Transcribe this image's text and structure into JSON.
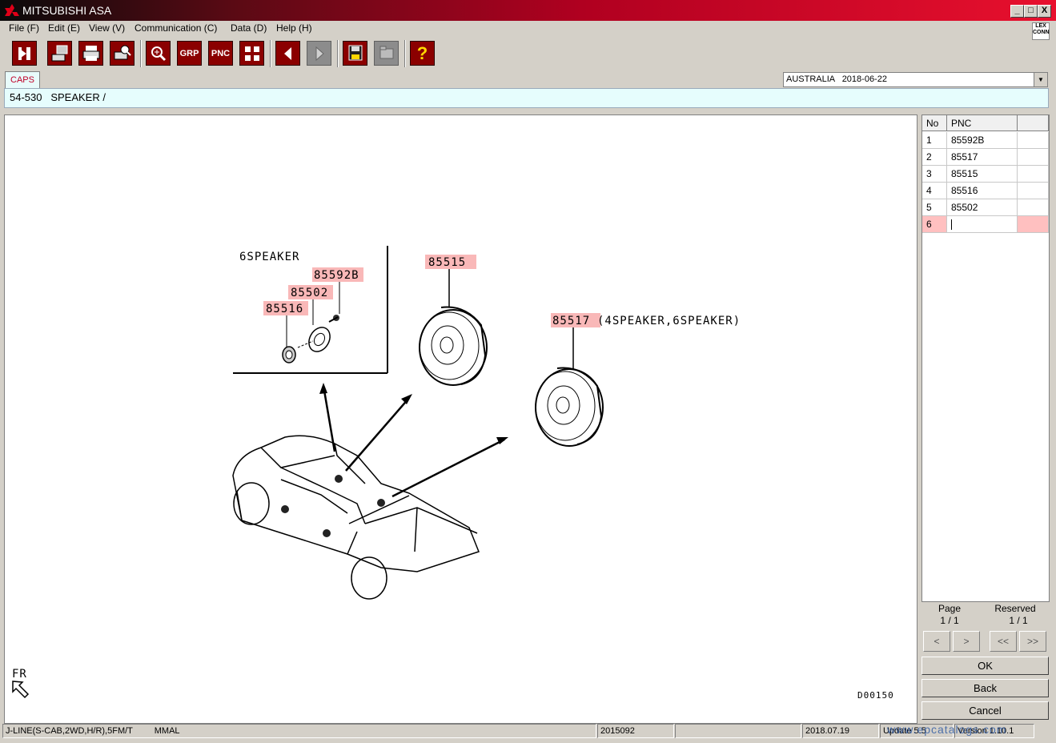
{
  "window": {
    "title": "MITSUBISHI ASA",
    "controls": [
      "_",
      "□",
      "X"
    ]
  },
  "menu": [
    "File (F)",
    "Edit (E)",
    "View (V)",
    "Communication (C)",
    "Data (D)",
    "Help (H)"
  ],
  "logo_text": [
    "LEX",
    "CONN"
  ],
  "toolbar": {
    "grp_label": "GRP",
    "pnc_label": "PNC",
    "help_label": "?"
  },
  "tab": {
    "label": "CAPS"
  },
  "region": {
    "value": "AUSTRALIA   2018-06-22"
  },
  "breadcrumb": "54-530   SPEAKER /",
  "diagram": {
    "inset_title": "6SPEAKER",
    "callouts": [
      "85592B",
      "85502",
      "85516",
      "85515",
      "85517"
    ],
    "callout_note": "(4SPEAKER,6SPEAKER)",
    "direction_label": "FR",
    "diagram_code": "D00150"
  },
  "pnc_table": {
    "headers": [
      "No",
      "PNC"
    ],
    "rows": [
      {
        "no": "1",
        "pnc": "85592B"
      },
      {
        "no": "2",
        "pnc": "85517"
      },
      {
        "no": "3",
        "pnc": "85515"
      },
      {
        "no": "4",
        "pnc": "85516"
      },
      {
        "no": "5",
        "pnc": "85502"
      },
      {
        "no": "6",
        "pnc": ""
      }
    ]
  },
  "pager": {
    "page_label": "Page",
    "page_value": "1 / 1",
    "reserved_label": "Reserved",
    "reserved_value": "1 / 1",
    "buttons": [
      "<",
      ">",
      "<<",
      ">>"
    ]
  },
  "actions": {
    "ok": "OK",
    "back": "Back",
    "cancel": "Cancel"
  },
  "status": {
    "model": "J-LINE(S-CAB,2WD,H/R),5FM/T",
    "market": "MMAL",
    "code": "2015092",
    "date": "2018.07.19",
    "update": "Update 5.5",
    "version": "Version 1.10.1",
    "watermark": "www.epcatalogs.com"
  },
  "colors": {
    "accent": "#c00028",
    "callout_bg": "#f9b8b8",
    "toolbar_btn": "#8b0000",
    "breadcrumb_bg": "#e6fdfd"
  }
}
